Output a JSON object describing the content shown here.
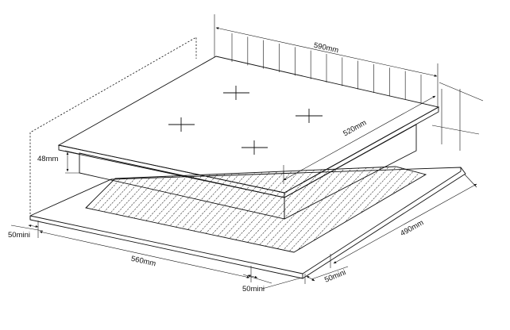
{
  "dimensions": {
    "width_top": "590mm",
    "depth_top": "520mm",
    "height": "48mm",
    "cutout_width": "560mm",
    "cutout_depth": "490mm",
    "left_margin": "50mini",
    "front_margin": "50mini",
    "right_margin": "50mini"
  },
  "colors": {
    "line": "#111111",
    "background": "#ffffff"
  }
}
